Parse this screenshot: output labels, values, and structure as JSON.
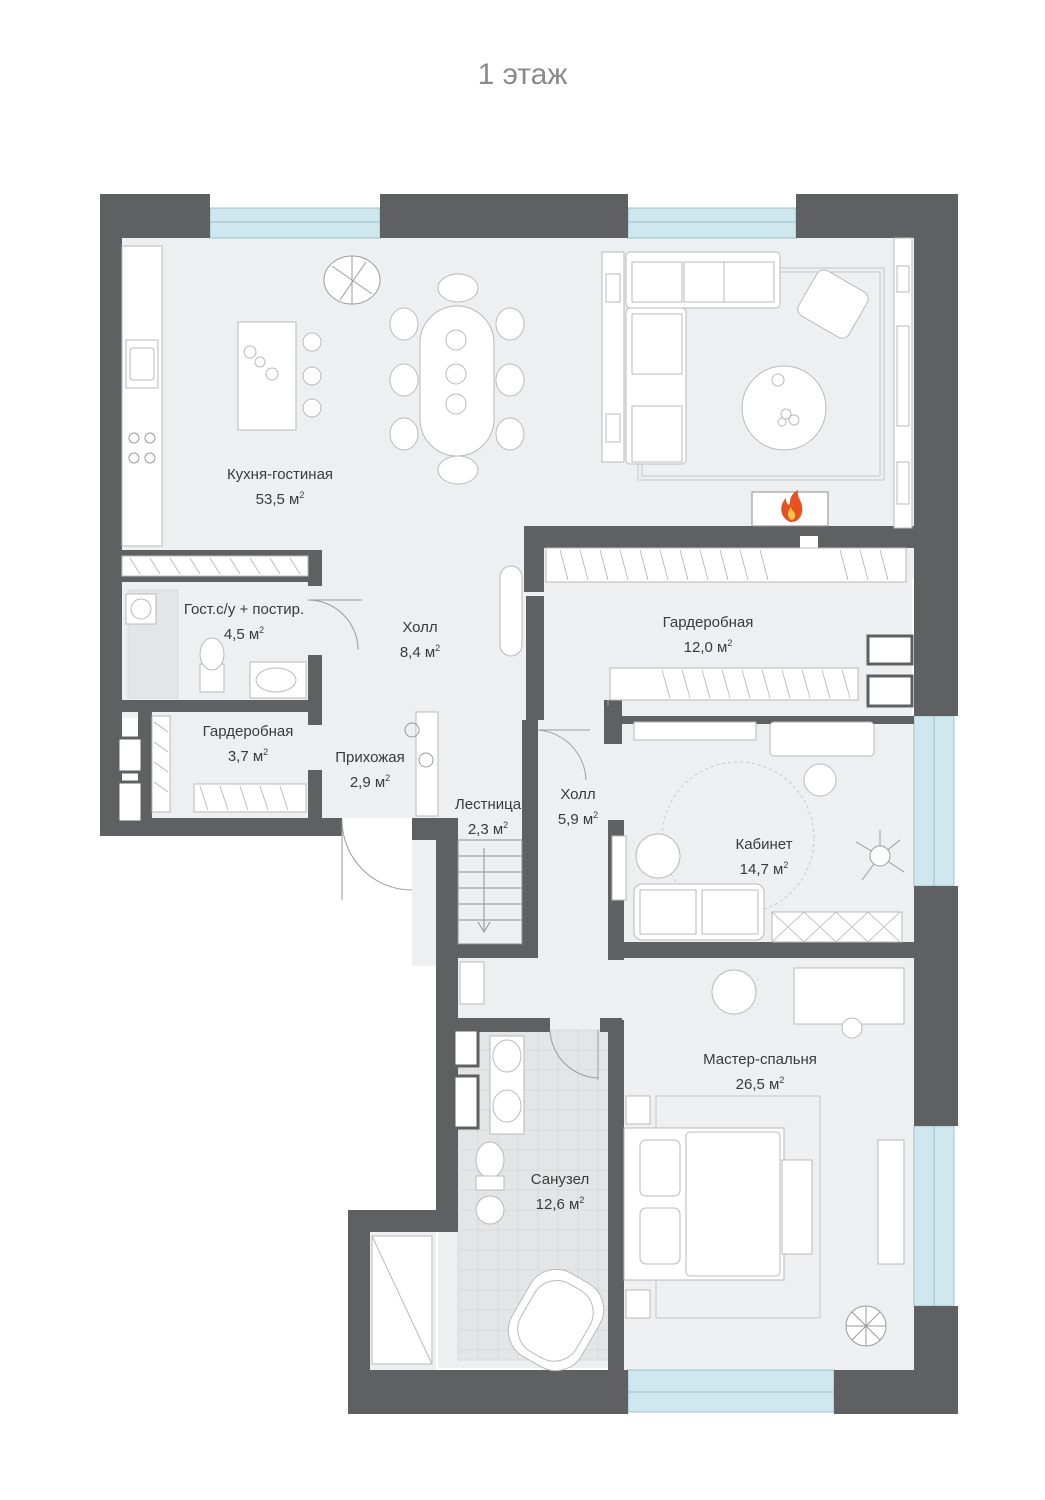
{
  "floor_title": "1 этаж",
  "colors": {
    "wall": "#5f6062",
    "floor": "#eeeff0",
    "tile": "#e2e3e4",
    "window": "#cfe8ef",
    "furniture": "#ffffff",
    "furniture_stroke": "#b9babb",
    "fire": "#e8501f"
  },
  "rooms": [
    {
      "name": "Кухня-гостиная",
      "area": "53,5 м",
      "sup": "2"
    },
    {
      "name": "Гост.с/у + постир.",
      "area": "4,5 м",
      "sup": "2"
    },
    {
      "name": "Холл",
      "area": "8,4 м",
      "sup": "2"
    },
    {
      "name": "Гардеробная",
      "area": "12,0 м",
      "sup": "2"
    },
    {
      "name": "Гардеробная",
      "area": "3,7 м",
      "sup": "2"
    },
    {
      "name": "Прихожая",
      "area": "2,9 м",
      "sup": "2"
    },
    {
      "name": "Лестница",
      "area": "2,3 м",
      "sup": "2"
    },
    {
      "name": "Холл",
      "area": "5,9 м",
      "sup": "2"
    },
    {
      "name": "Кабинет",
      "area": "14,7 м",
      "sup": "2"
    },
    {
      "name": "Мастер-спальня",
      "area": "26,5 м",
      "sup": "2"
    },
    {
      "name": "Санузел",
      "area": "12,6 м",
      "sup": "2"
    }
  ],
  "icons": [
    "fireplace-flame-icon",
    "plant-icon",
    "stove-icon",
    "sink-icon",
    "toilet-icon",
    "bathtub-icon",
    "shower-icon",
    "bed-icon",
    "sofa-icon",
    "dining-table-icon",
    "armchair-icon",
    "washing-machine-icon",
    "bicycle-icon"
  ]
}
